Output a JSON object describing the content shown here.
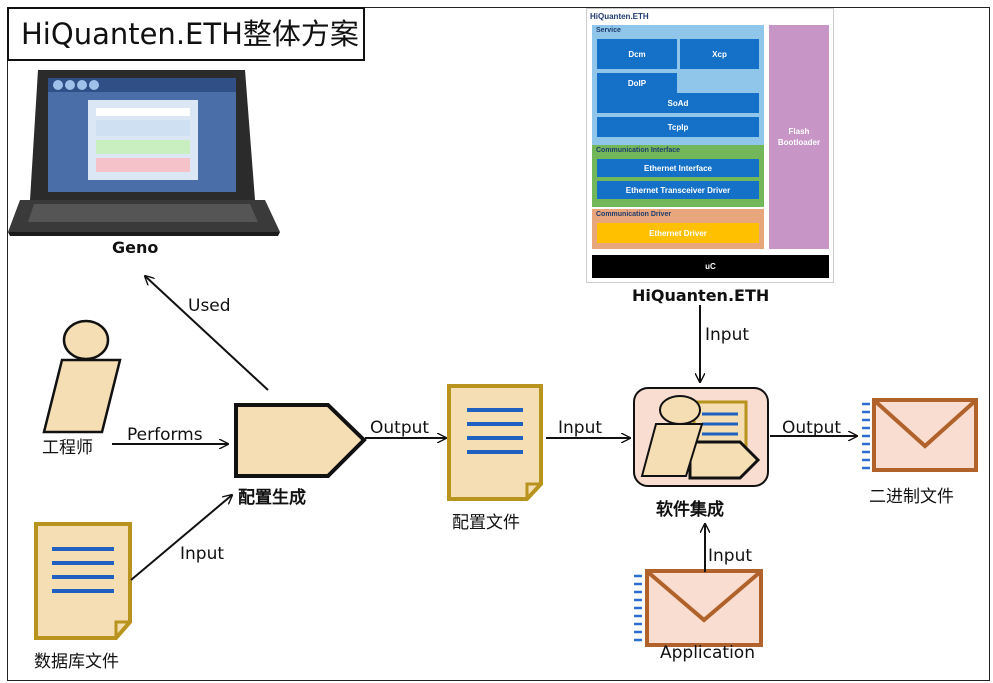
{
  "title": "HiQuanten.ETH整体方案",
  "laptop": {
    "caption": "Geno"
  },
  "arch": {
    "header": "HiQuanten.ETH",
    "caption": "HiQuanten.ETH",
    "service": {
      "title": "Service",
      "dcm": "Dcm",
      "xcp": "Xcp",
      "doip": "DoIP",
      "soad": "SoAd",
      "tcpip": "TcpIp"
    },
    "flash": "Flash Bootloader",
    "comm_interface": {
      "title": "Communication Interface",
      "eth_if": "Ethernet Interface",
      "eth_trcv": "Ethernet Transceiver Driver"
    },
    "comm_driver": {
      "title": "Communication Driver",
      "eth_drv": "Ethernet Driver"
    },
    "uc": "uC"
  },
  "nodes": {
    "engineer": "工程师",
    "database_file": "数据库文件",
    "config_gen": "配置生成",
    "config_file": "配置文件",
    "software_integration": "软件集成",
    "binary_file": "二进制文件",
    "application": "Application"
  },
  "edges": {
    "used": "Used",
    "performs": "Performs",
    "input_db": "Input",
    "output_cfg": "Output",
    "input_cfg": "Input",
    "input_arch": "Input",
    "output_bin": "Output",
    "input_app": "Input"
  },
  "colors": {
    "doc_fill": "#f5deb3",
    "doc_border": "#b8941e",
    "doc_lines": "#2060c0",
    "envelope_border": "#b0622a",
    "envelope_fill": "#f8ddd0",
    "service_bg": "#8fc6ea",
    "block_blue": "#1570c8",
    "interface_bg": "#72b85a",
    "driver_bg": "#e8a67c",
    "driver_block": "#ffc000",
    "flash_bg": "#c796c6",
    "uc_bg": "#000000"
  }
}
